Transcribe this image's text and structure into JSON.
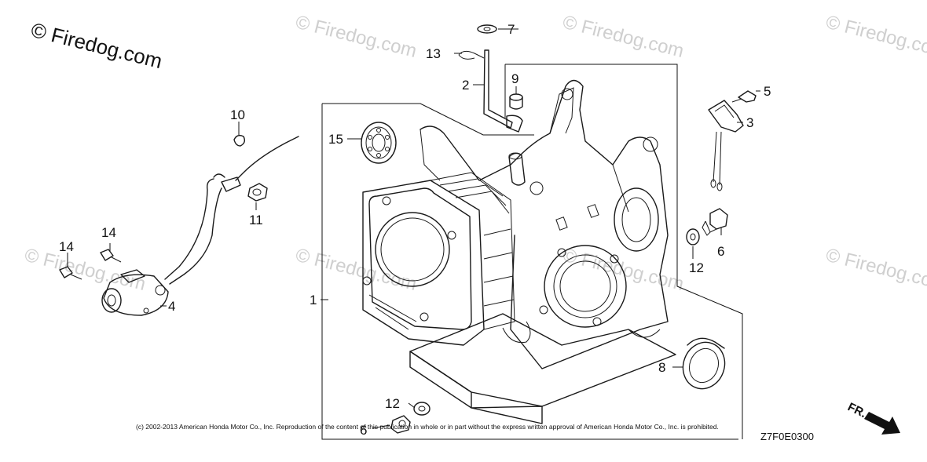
{
  "watermark": {
    "main": "© Firedog.com",
    "repeat": [
      "© Firedog.com",
      "© Firedog.com",
      "© Firedog.com",
      "© Firedog.com",
      "© Firedog.com",
      "© Firedog.com",
      "© Firedog.com"
    ]
  },
  "callouts": {
    "c1": "1",
    "c2": "2",
    "c3": "3",
    "c4": "4",
    "c5": "5",
    "c6a": "6",
    "c6b": "6",
    "c7": "7",
    "c8": "8",
    "c9": "9",
    "c10": "10",
    "c11": "11",
    "c12a": "12",
    "c12b": "12",
    "c13": "13",
    "c14a": "14",
    "c14b": "14",
    "c15": "15"
  },
  "copyright": "(c) 2002-2013 American Honda Motor Co., Inc. Reproduction of the content of this publication in whole or in part without the express written approval of American Honda Motor Co., Inc. is prohibited.",
  "diagram_code": "Z7F0E0300",
  "front_label": "FR."
}
